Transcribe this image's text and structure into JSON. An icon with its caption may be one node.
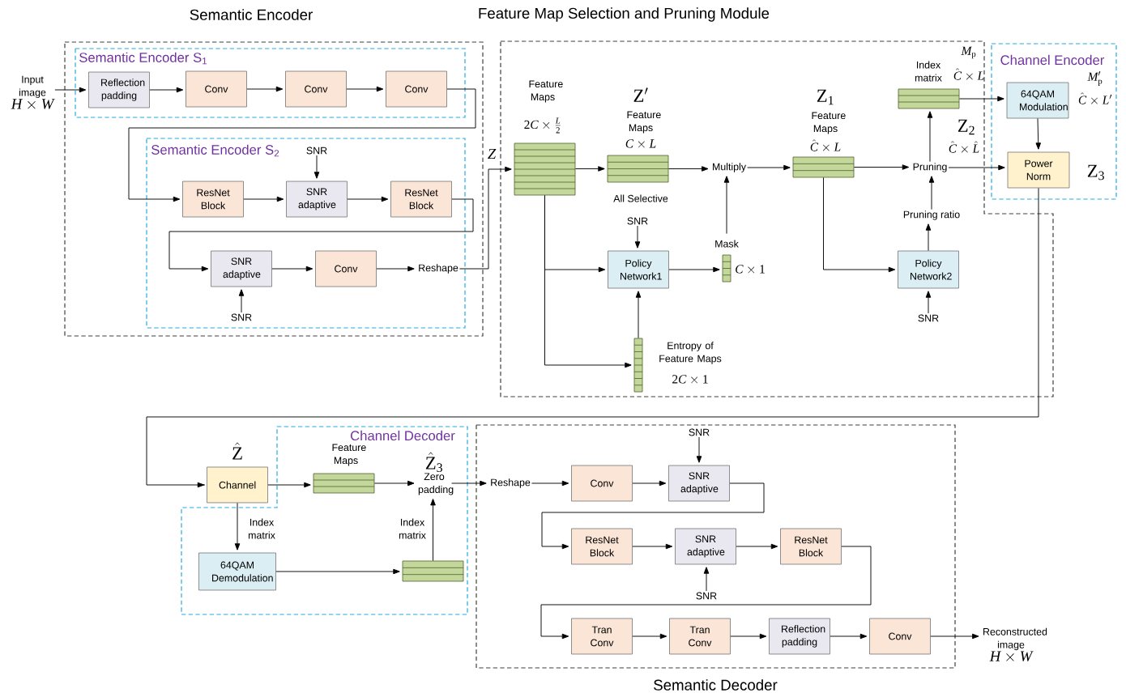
{
  "diagram": {
    "nodes": [
      {
        "text": [
          "Semantic Encoder"
        ]
      },
      {
        "text": [
          "Semantic Encoder S$_{1}$"
        ],
        "in": 0
      },
      {
        "text": [
          "Input image",
          "H \\times W"
        ]
      },
      {
        "text": [
          "Reflection padding"
        ],
        "in": 1
      },
      {
        "text": [
          "Conv"
        ],
        "in": 1
      },
      {
        "text": [
          "Conv"
        ],
        "in": 1
      },
      {
        "text": [
          "Conv"
        ],
        "in": 1
      },
      {
        "text": [
          "Semantic Encoder S$_{2}$"
        ],
        "in": 0
      },
      {
        "text": [
          "SNR"
        ],
        "in": 7
      },
      {
        "text": [
          "ResNet Block"
        ],
        "in": 7
      },
      {
        "text": [
          "SNR adaptive"
        ],
        "in": 7
      },
      {
        "text": [
          "ResNet Block"
        ],
        "in": 7
      },
      {
        "text": [
          "SNR adaptive"
        ],
        "in": 7
      },
      {
        "text": [
          "Conv"
        ],
        "in": 7
      },
      {
        "text": [
          "Reshape"
        ],
        "in": 7
      },
      {
        "text": [
          "SNR"
        ],
        "in": 7
      },
      {
        "text": [
          "Feature Map Selection and Pruning Module"
        ]
      },
      {
        "text": [
          "Feature Maps",
          "2C \\times \\frac{L}{2}"
        ],
        "in": 16
      },
      {
        "text": [
          "\\mathrm{Z}'",
          "Feature Maps",
          "C \\times L"
        ],
        "beside": [
          "All Selective"
        ],
        "in": 16
      },
      {
        "text": [
          "Multiply"
        ],
        "in": 16
      },
      {
        "text": [
          "\\mathrm{Z}_1",
          "Feature Maps",
          "\\hat{C} \\times L"
        ],
        "in": 16
      },
      {
        "text": [
          "Pruning"
        ],
        "in": 16
      },
      {
        "text": [
          "Index matrix"
        ],
        "beside": [
          "M_\\mathrm{p}",
          "\\hat{C} \\times L"
        ],
        "in": 16
      },
      {
        "text": [
          "Pruning ratio"
        ],
        "in": 16
      },
      {
        "text": [
          "SNR"
        ],
        "in": 16
      },
      {
        "text": [
          "Policy Network1"
        ],
        "in": 16
      },
      {
        "text": [
          "Mask"
        ],
        "beside": [
          "C \\times 1"
        ],
        "in": 16
      },
      {
        "text": [
          "Policy Network2"
        ],
        "in": 16
      },
      {
        "text": [
          "SNR"
        ],
        "in": 16
      },
      {
        "text": [],
        "shape": "box",
        "beside": [
          "Entropy of Feature Maps",
          "2C \\times 1"
        ],
        "in": 16
      },
      {
        "text": [
          "Channel Encoder"
        ]
      },
      {
        "text": [
          "64QAM Modulation"
        ],
        "beside": [
          "M'_\\mathrm{p}",
          "\\hat{C} \\times L'"
        ],
        "in": 30
      },
      {
        "text": [
          "Power Norm"
        ],
        "beside": [
          "\\mathrm{Z}_3"
        ],
        "in": 30
      },
      {
        "text": [
          "Channel Decoder"
        ]
      },
      {
        "text": [
          "\\hat{\\mathrm{Z}}",
          "Channel"
        ]
      },
      {
        "text": [
          "Feature Maps"
        ],
        "in": 33
      },
      {
        "text": [
          "\\hat{\\mathrm{Z}}_3",
          "Zero padding"
        ],
        "in": 33
      },
      {
        "text": [
          "64QAM Demodulation"
        ],
        "in": 33
      },
      {
        "text": [],
        "shape": "box",
        "in": 33
      },
      {
        "text": [
          "Semantic Decoder"
        ]
      },
      {
        "text": [
          "Reshape"
        ],
        "in": 39
      },
      {
        "text": [
          "Conv"
        ],
        "in": 39
      },
      {
        "text": [
          "SNR"
        ],
        "in": 39
      },
      {
        "text": [
          "SNR adaptive"
        ],
        "in": 39
      },
      {
        "text": [
          "ResNet Block"
        ],
        "in": 39
      },
      {
        "text": [
          "SNR adaptive"
        ],
        "in": 39
      },
      {
        "text": [
          "ResNet Block"
        ],
        "in": 39
      },
      {
        "text": [
          "SNR"
        ],
        "in": 39
      },
      {
        "text": [
          "Tran Conv"
        ],
        "in": 39
      },
      {
        "text": [
          "Tran Conv"
        ],
        "in": 39
      },
      {
        "text": [
          "Reflection padding"
        ],
        "in": 39
      },
      {
        "text": [
          "Conv"
        ],
        "in": 39
      },
      {
        "text": [
          "Reconstructed image",
          "H \\times W"
        ]
      }
    ],
    "edges": [
      {
        "from": 2,
        "to": 3,
        "arrow": "to"
      },
      {
        "from": 3,
        "to": 4,
        "arrow": "to"
      },
      {
        "from": 4,
        "to": 5,
        "arrow": "to"
      },
      {
        "from": 5,
        "to": 6,
        "arrow": "to"
      },
      {
        "from": 6,
        "to": 9,
        "arrow": "to"
      },
      {
        "from": 8,
        "to": 10,
        "arrow": "to"
      },
      {
        "from": 9,
        "to": 10,
        "arrow": "to"
      },
      {
        "from": 10,
        "to": 11,
        "arrow": "to"
      },
      {
        "from": 11,
        "to": 12,
        "arrow": "to"
      },
      {
        "from": 12,
        "to": 13,
        "arrow": "to"
      },
      {
        "from": 15,
        "to": 12,
        "arrow": "to"
      },
      {
        "from": 13,
        "to": 14,
        "arrow": "to"
      },
      {
        "from": 14,
        "to": 17,
        "arrow": "to"
      },
      {
        "from": 17,
        "to": 18,
        "arrow": "to"
      },
      {
        "from": 18,
        "to": 19,
        "arrow": "to"
      },
      {
        "from": 19,
        "to": 20,
        "arrow": "to"
      },
      {
        "from": 20,
        "to": 21,
        "arrow": "to"
      },
      {
        "from": 21,
        "to": 22,
        "arrow": "to"
      },
      {
        "from": 21,
        "to": 32,
        "arrow": "to"
      },
      {
        "from": 23,
        "to": 21,
        "arrow": "to"
      },
      {
        "from": 27,
        "to": 23,
        "arrow": "to"
      },
      {
        "from": 28,
        "to": 27,
        "arrow": "to"
      },
      {
        "from": 24,
        "to": 25,
        "arrow": "to"
      },
      {
        "from": 17,
        "to": 25,
        "arrow": "to"
      },
      {
        "from": 17,
        "to": 29,
        "arrow": "to"
      },
      {
        "from": 29,
        "to": 25,
        "arrow": "to"
      },
      {
        "from": 25,
        "to": 26,
        "arrow": "to"
      },
      {
        "from": 26,
        "to": 19,
        "arrow": "to"
      },
      {
        "from": 20,
        "to": 27,
        "arrow": "to"
      },
      {
        "from": 22,
        "to": 31,
        "arrow": "to"
      },
      {
        "from": 31,
        "to": 32,
        "arrow": "to"
      },
      {
        "from": 32,
        "to": 34,
        "arrow": "to"
      },
      {
        "from": 34,
        "to": 35,
        "arrow": "to"
      },
      {
        "from": 35,
        "to": 36,
        "arrow": "to"
      },
      {
        "from": 34,
        "to": 37,
        "arrow": "to",
        "label": "Index matrix"
      },
      {
        "from": 37,
        "to": 38,
        "arrow": "to"
      },
      {
        "from": 38,
        "to": 36,
        "arrow": "to",
        "label": "Index matrix"
      },
      {
        "from": 36,
        "to": 40,
        "arrow": "to"
      },
      {
        "from": 40,
        "to": 41,
        "arrow": "to"
      },
      {
        "from": 41,
        "to": 43,
        "arrow": "to"
      },
      {
        "from": 42,
        "to": 43,
        "arrow": "to"
      },
      {
        "from": 43,
        "to": 44,
        "arrow": "to"
      },
      {
        "from": 44,
        "to": 45,
        "arrow": "to"
      },
      {
        "from": 45,
        "to": 46,
        "arrow": "to"
      },
      {
        "from": 47,
        "to": 45,
        "arrow": "to"
      },
      {
        "from": 46,
        "to": 48,
        "arrow": "to"
      },
      {
        "from": 48,
        "to": 49,
        "arrow": "to"
      },
      {
        "from": 49,
        "to": 50,
        "arrow": "to"
      },
      {
        "from": 50,
        "to": 51,
        "arrow": "to"
      },
      {
        "from": 51,
        "to": 52,
        "arrow": "to"
      }
    ],
    "labels": [
      "Z",
      "\\mathrm{Z}_2",
      "\\hat{C} \\times \\hat{L}"
    ]
  }
}
